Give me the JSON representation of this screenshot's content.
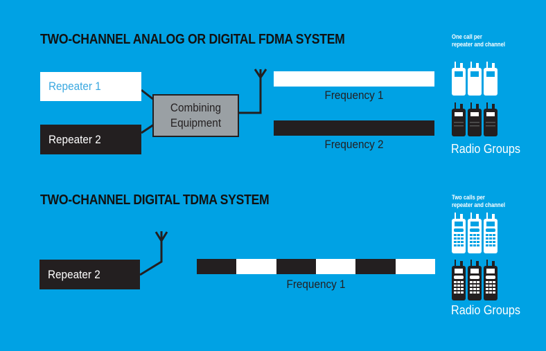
{
  "colors": {
    "background": "#00a2e4",
    "dark": "#231f20",
    "white": "#ffffff",
    "combiner": "#9aa0a4",
    "repeater1_text": "#3aa8e0"
  },
  "fdma": {
    "title": "TWO-CHANNEL ANALOG OR DIGITAL FDMA SYSTEM",
    "repeater1": "Repeater 1",
    "repeater2": "Repeater 2",
    "combiner_line1": "Combining",
    "combiner_line2": "Equipment",
    "frequency1": "Frequency 1",
    "frequency2": "Frequency 2",
    "note_line1": "One call per",
    "note_line2": "repeater and channel",
    "groups_label": "Radio Groups",
    "radio_icons": [
      "white-radio-icon",
      "black-radio-icon"
    ]
  },
  "tdma": {
    "title": "TWO-CHANNEL DIGITAL TDMA SYSTEM",
    "repeater": "Repeater 2",
    "frequency": "Frequency 1",
    "slots": [
      "dark",
      "white",
      "dark",
      "white",
      "dark",
      "white"
    ],
    "note_line1": "Two calls per",
    "note_line2": "repeater and channel",
    "groups_label": "Radio Groups",
    "radio_icons": [
      "white-keypad-radio-icon",
      "black-keypad-radio-icon"
    ]
  }
}
